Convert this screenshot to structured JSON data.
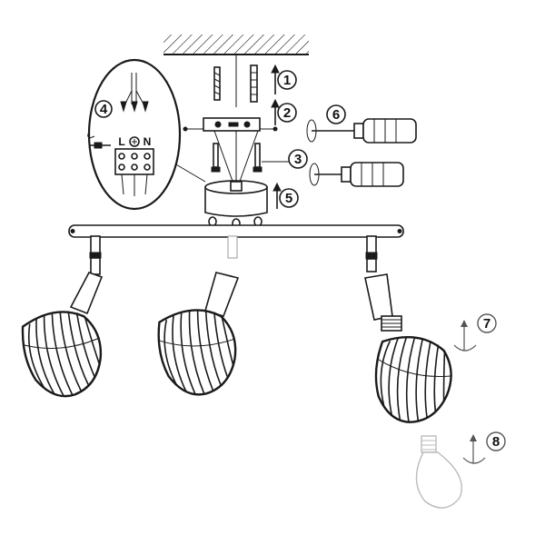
{
  "steps": {
    "s1": "1",
    "s2": "2",
    "s3": "3",
    "s4": "4",
    "s5": "5",
    "s6": "6",
    "s7": "7",
    "s8": "8"
  },
  "terminals": {
    "live": "L",
    "neutral": "N"
  },
  "colors": {
    "ink": "#1a1a1a",
    "paper": "#ffffff",
    "bulb": "#bbbbbb"
  }
}
